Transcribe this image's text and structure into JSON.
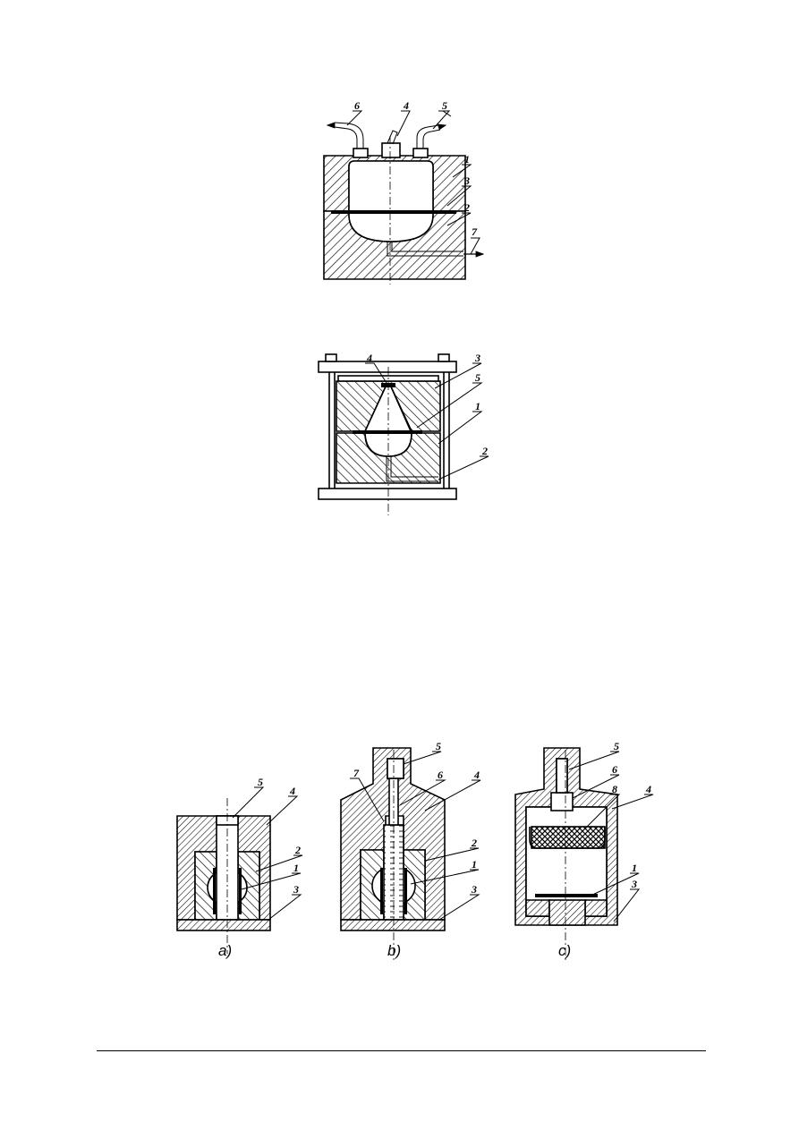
{
  "figure1": {
    "labels": [
      "6",
      "4",
      "5",
      "1",
      "3",
      "2",
      "7"
    ]
  },
  "figure2": {
    "labels": [
      "4",
      "3",
      "5",
      "1",
      "2"
    ]
  },
  "figure3": {
    "a": {
      "caption": "a)",
      "labels": [
        "5",
        "4",
        "2",
        "1",
        "3"
      ]
    },
    "b": {
      "caption": "b)",
      "labels": [
        "5",
        "7",
        "6",
        "4",
        "2",
        "1",
        "3"
      ]
    },
    "c": {
      "caption": "c)",
      "labels": [
        "5",
        "6",
        "8",
        "4",
        "1",
        "3"
      ]
    }
  }
}
